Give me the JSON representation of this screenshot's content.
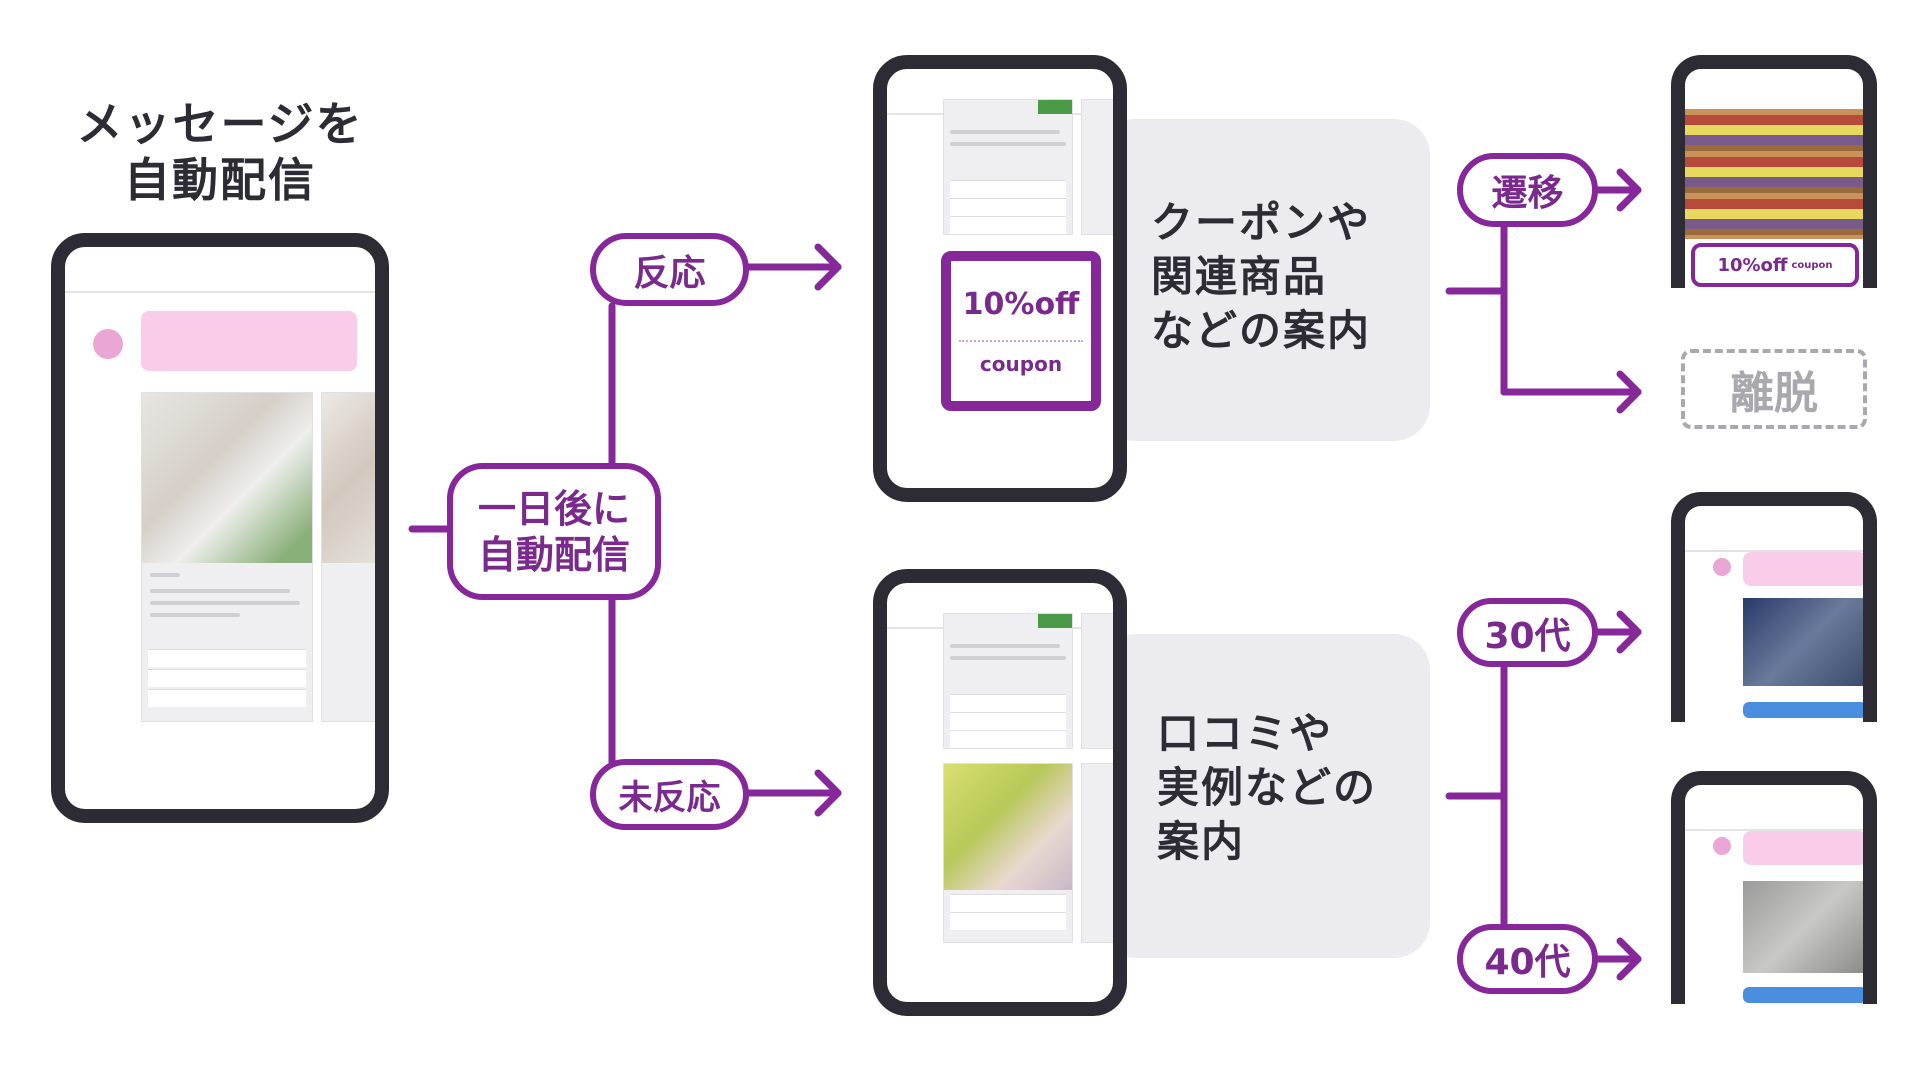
{
  "title": {
    "line1": "メッセージを",
    "line2": "自動配信"
  },
  "center_node": {
    "line1": "一日後に",
    "line2": "自動配信"
  },
  "branches": {
    "reacted": "反応",
    "not_reacted": "未反応"
  },
  "top_panel": {
    "lines": [
      "クーポンや",
      "関連商品",
      "などの案内"
    ]
  },
  "bottom_panel": {
    "lines": [
      "口コミや",
      "実例などの",
      "案内"
    ]
  },
  "coupon": {
    "main": "10%off",
    "sub": "coupon"
  },
  "right": {
    "transition": "遷移",
    "exit": "離脱",
    "age30": "30代",
    "age40": "40代",
    "mini_coupon": {
      "main": "10%off",
      "sub": "coupon"
    }
  },
  "colors": {
    "purple": "#86279a",
    "dark": "#2d2c35",
    "panel": "#ebebf0",
    "pink": "#f9cdea"
  }
}
